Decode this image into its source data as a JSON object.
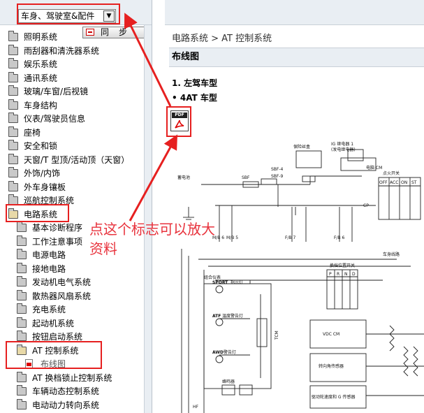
{
  "selector": {
    "value": "车身、驾驶室&配件"
  },
  "sync_button": {
    "label": "同步"
  },
  "tree": [
    {
      "label": "照明系统",
      "level": 0,
      "type": "folder"
    },
    {
      "label": "雨刮器和清洗器系统",
      "level": 0,
      "type": "folder"
    },
    {
      "label": "娱乐系统",
      "level": 0,
      "type": "folder"
    },
    {
      "label": "通讯系统",
      "level": 0,
      "type": "folder"
    },
    {
      "label": "玻璃/车窗/后视镜",
      "level": 0,
      "type": "folder"
    },
    {
      "label": "车身结构",
      "level": 0,
      "type": "folder"
    },
    {
      "label": "仪表/驾驶员信息",
      "level": 0,
      "type": "folder"
    },
    {
      "label": "座椅",
      "level": 0,
      "type": "folder"
    },
    {
      "label": "安全和锁",
      "level": 0,
      "type": "folder"
    },
    {
      "label": "天窗/T 型顶/活动顶（天窗）",
      "level": 0,
      "type": "folder"
    },
    {
      "label": "外饰/内饰",
      "level": 0,
      "type": "folder"
    },
    {
      "label": "外车身镶板",
      "level": 0,
      "type": "folder"
    },
    {
      "label": "巡航控制系统",
      "level": 0,
      "type": "folder"
    },
    {
      "label": "电路系统",
      "level": 0,
      "type": "open-folder"
    },
    {
      "label": "基本诊断程序",
      "level": 1,
      "type": "folder"
    },
    {
      "label": "工作注意事项",
      "level": 1,
      "type": "folder"
    },
    {
      "label": "电源电路",
      "level": 1,
      "type": "folder"
    },
    {
      "label": "接地电路",
      "level": 1,
      "type": "folder"
    },
    {
      "label": "发动机电气系统",
      "level": 1,
      "type": "folder"
    },
    {
      "label": "散热器风扇系统",
      "level": 1,
      "type": "folder"
    },
    {
      "label": "充电系统",
      "level": 1,
      "type": "folder"
    },
    {
      "label": "起动机系统",
      "level": 1,
      "type": "folder"
    },
    {
      "label": "按钮启动系统",
      "level": 1,
      "type": "folder"
    },
    {
      "label": "AT 控制系统",
      "level": 1,
      "type": "open-folder"
    },
    {
      "label": "布线图",
      "level": 2,
      "type": "pdf"
    },
    {
      "label": "AT 换档锁止控制系统",
      "level": 1,
      "type": "folder"
    },
    {
      "label": "车辆动态控制系统",
      "level": 1,
      "type": "folder"
    },
    {
      "label": "电动动力转向系统",
      "level": 1,
      "type": "folder"
    }
  ],
  "breadcrumb": "电路系统 > AT 控制系统",
  "section_title": "布线图",
  "heading1": "1.  左驾车型",
  "heading2": "•  4AT 车型",
  "pdf_icon": {
    "tag": "PDF"
  },
  "annotation": {
    "text": "点这个标志可以放大资料",
    "color": "#e8323c"
  },
  "diagram_labels": {
    "battery": "蓄电池",
    "sbf": "SBF",
    "sbf4": "SBF-4",
    "sbf9": "SBF-9",
    "ig_relay": "IG 继电器 1",
    "ig_relay_sub": "(发电继电器)",
    "mainfuse": "保险丝盒",
    "ecm": "电脑 CM",
    "switch_header": "点火开关",
    "sw_cols": [
      "OFF",
      "ACC",
      "ON",
      "ST"
    ],
    "fuse_f87": "F/B 7",
    "fuse_f86": "F/B 6",
    "fuse_m6": "M/B 6",
    "fuse_m5": "M/B 5",
    "sport": "SPORT",
    "sport_sub": "指示灯",
    "atf": "ATF",
    "atf_sub": "温度警告灯",
    "awd": "AWD",
    "awd_sub": "警告灯",
    "meter": "组合仪表",
    "select_switch": "换档位置开关",
    "prnd": [
      "P",
      "R",
      "N",
      "D"
    ],
    "vdc": "VDC CM",
    "sensor1": "转向角传感器",
    "sensor2": "驱动轮速度和 G 传感器",
    "buzzer": "蜂鸣器",
    "tcm": "TCM",
    "chassis": "车身线路",
    "cp": "CP",
    "hf": "HF"
  }
}
